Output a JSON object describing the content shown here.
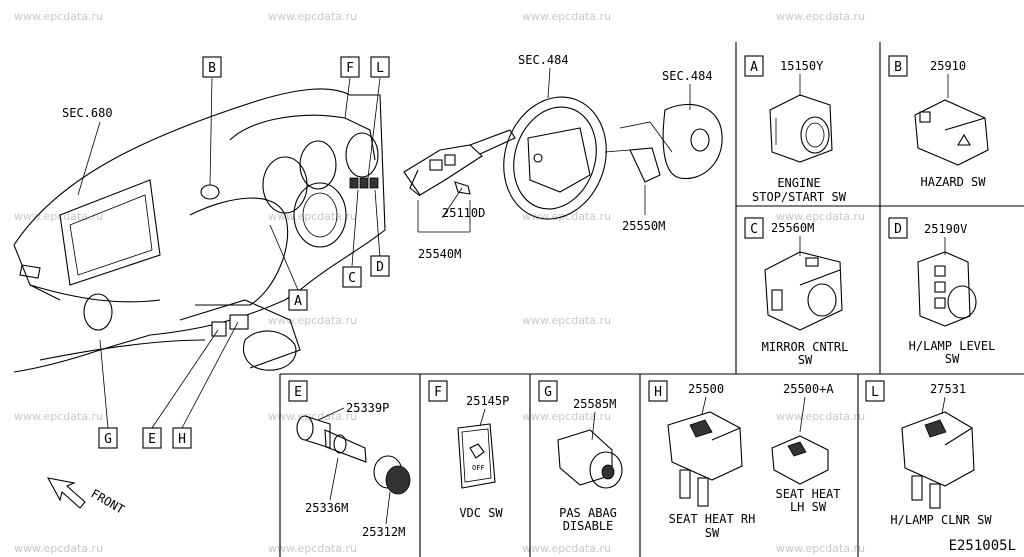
{
  "watermark": "www.epcdata.ru",
  "diagram_code": "E251005L",
  "front_label": "FRONT",
  "overview": {
    "sec_labels": [
      "SEC.680",
      "SEC.484",
      "SEC.484"
    ],
    "part_numbers": [
      "25110D",
      "25540M",
      "25550M"
    ],
    "callout_letters": [
      "B",
      "F",
      "L",
      "C",
      "D",
      "A",
      "G",
      "E",
      "H"
    ]
  },
  "panels": [
    {
      "letter": "A",
      "part_numbers": [
        "15150Y"
      ],
      "caption_lines": [
        "ENGINE",
        "STOP/START SW"
      ]
    },
    {
      "letter": "B",
      "part_numbers": [
        "25910"
      ],
      "caption_lines": [
        "HAZARD SW"
      ]
    },
    {
      "letter": "C",
      "part_numbers": [
        "25560M"
      ],
      "caption_lines": [
        "MIRROR CNTRL",
        "SW"
      ]
    },
    {
      "letter": "D",
      "part_numbers": [
        "25190V"
      ],
      "caption_lines": [
        "H/LAMP LEVEL",
        "SW"
      ]
    },
    {
      "letter": "E",
      "part_numbers": [
        "25339P",
        "25336M",
        "25312M"
      ],
      "caption_lines": []
    },
    {
      "letter": "F",
      "part_numbers": [
        "25145P"
      ],
      "caption_lines": [
        "VDC SW"
      ]
    },
    {
      "letter": "G",
      "part_numbers": [
        "25585M"
      ],
      "caption_lines": [
        "PAS ABAG",
        "DISABLE"
      ]
    },
    {
      "letter": "H",
      "part_numbers": [
        "25500",
        "25500+A"
      ],
      "caption_lines": [
        "SEAT HEAT RH",
        "SW",
        "SEAT HEAT",
        "LH SW"
      ]
    },
    {
      "letter": "L",
      "part_numbers": [
        "27531"
      ],
      "caption_lines": [
        "H/LAMP CLNR SW"
      ]
    }
  ]
}
